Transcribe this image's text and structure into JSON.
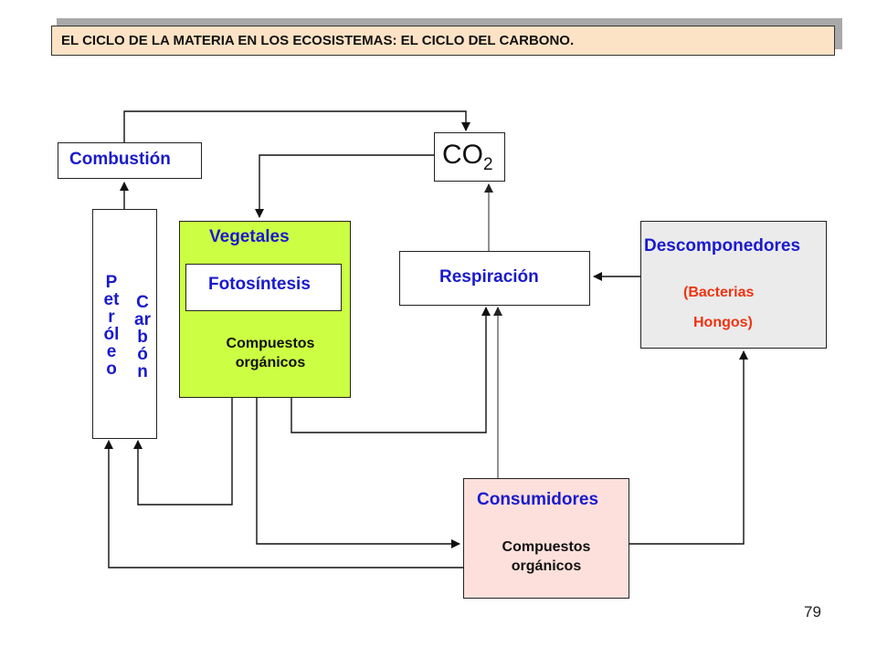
{
  "title": "EL CICLO DE LA MATERIA EN LOS ECOSISTEMAS: EL CICLO DEL CARBONO.",
  "nodes": {
    "combustion": "Combustión",
    "co2_main": "CO",
    "co2_sub": "2",
    "petroleo": "Petróleo",
    "carbon": "Carbón",
    "vegetales": "Vegetales",
    "fotosintesis": "Fotosíntesis",
    "veg_compuestos_1": "Compuestos",
    "veg_compuestos_2": "orgánicos",
    "respiracion": "Respiración",
    "descomponedores": "Descomponedores",
    "bacterias": "(Bacterias",
    "hongos": "Hongos)",
    "consumidores": "Consumidores",
    "con_compuestos_1": "Compuestos",
    "con_compuestos_2": "orgánicos"
  },
  "colors": {
    "title_bg": "#fde3c5",
    "vegetales_bg": "#ccff44",
    "descomponedores_bg": "#ebebeb",
    "consumidores_bg": "#fde0dc",
    "label_blue": "#1a1acc",
    "label_red": "#ee3311"
  },
  "page_number": "79"
}
